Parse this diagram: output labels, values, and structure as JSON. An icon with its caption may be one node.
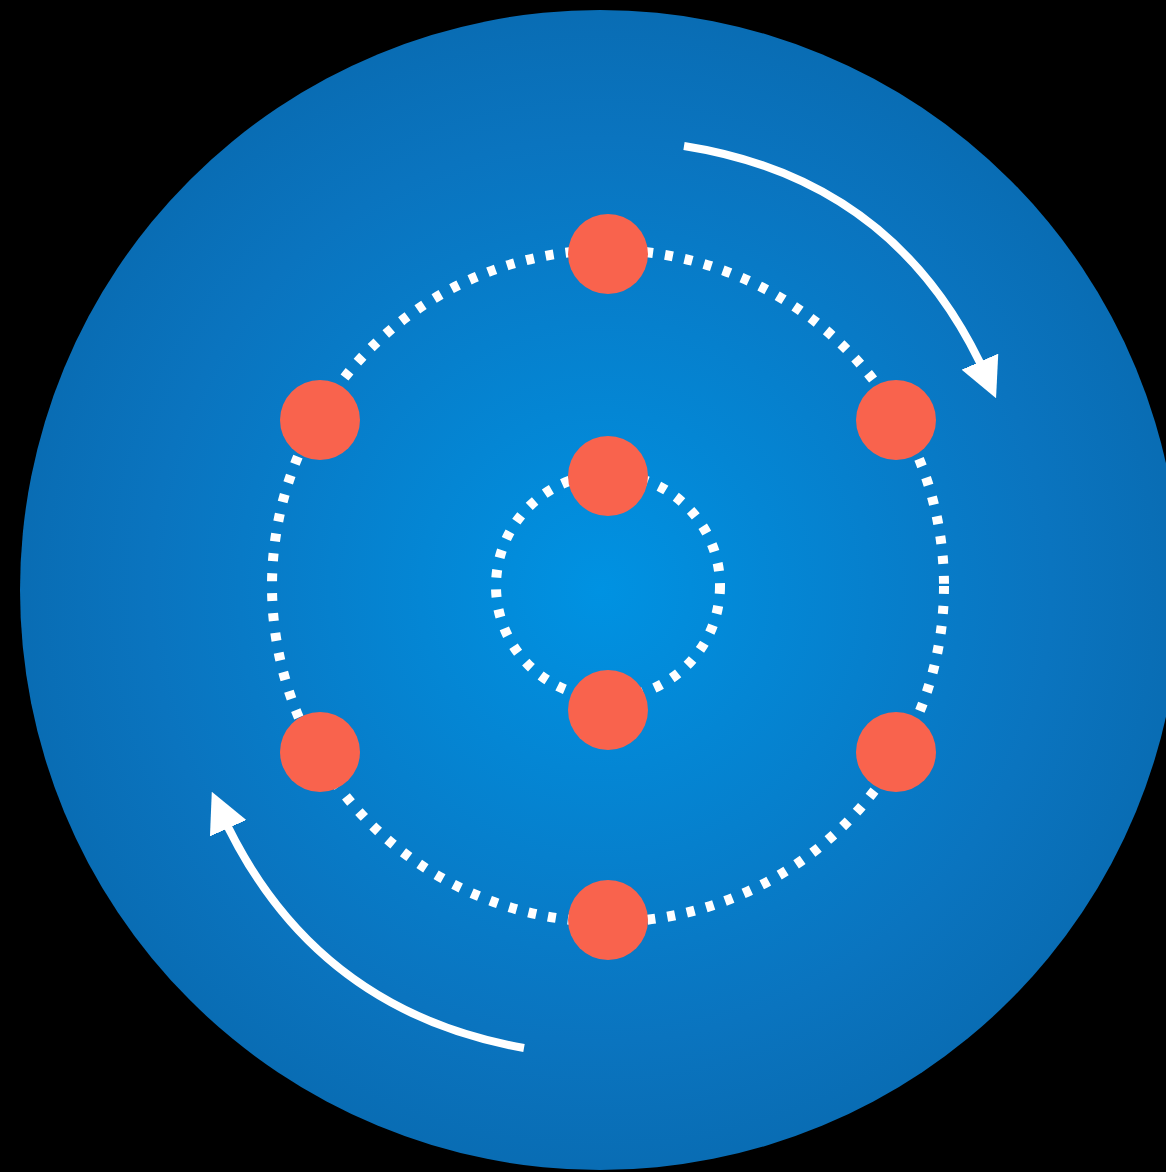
{
  "diagram": {
    "nodes": [
      {
        "text": [],
        "shape": "circle"
      },
      {
        "text": [],
        "shape": "circle",
        "in": 0
      },
      {
        "text": [],
        "shape": "circle",
        "in": 0
      },
      {
        "text": [],
        "shape": "circle",
        "in": 0
      },
      {
        "text": [],
        "shape": "circle",
        "in": 0
      },
      {
        "text": [],
        "shape": "circle",
        "in": 0
      },
      {
        "text": [],
        "shape": "circle",
        "in": 0
      },
      {
        "text": [],
        "shape": "circle",
        "in": 0
      },
      {
        "text": [],
        "shape": "circle",
        "in": 0
      }
    ]
  }
}
